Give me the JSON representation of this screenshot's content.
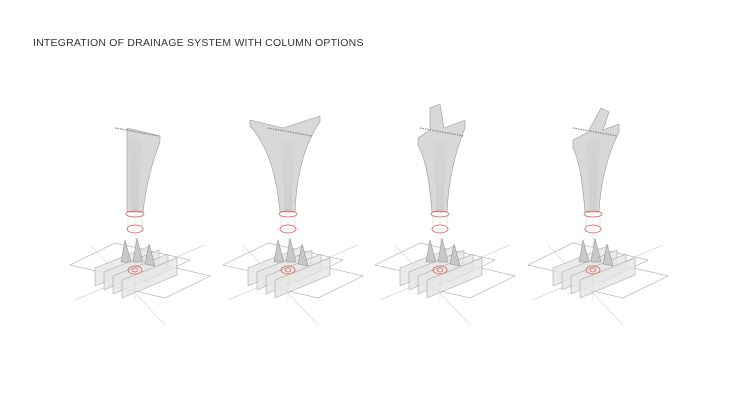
{
  "title": "INTEGRATION OF DRAINAGE SYSTEM WITH COLUMN OPTIONS",
  "colors": {
    "column": "#d8d8d8",
    "line": "#9a9a9a",
    "drain": "#d9534f"
  },
  "options": [
    {
      "name": "option-1",
      "shape": "single-curve"
    },
    {
      "name": "option-2",
      "shape": "v-flare"
    },
    {
      "name": "option-3",
      "shape": "tri-branch"
    },
    {
      "name": "option-4",
      "shape": "tri-branch-asym"
    }
  ]
}
